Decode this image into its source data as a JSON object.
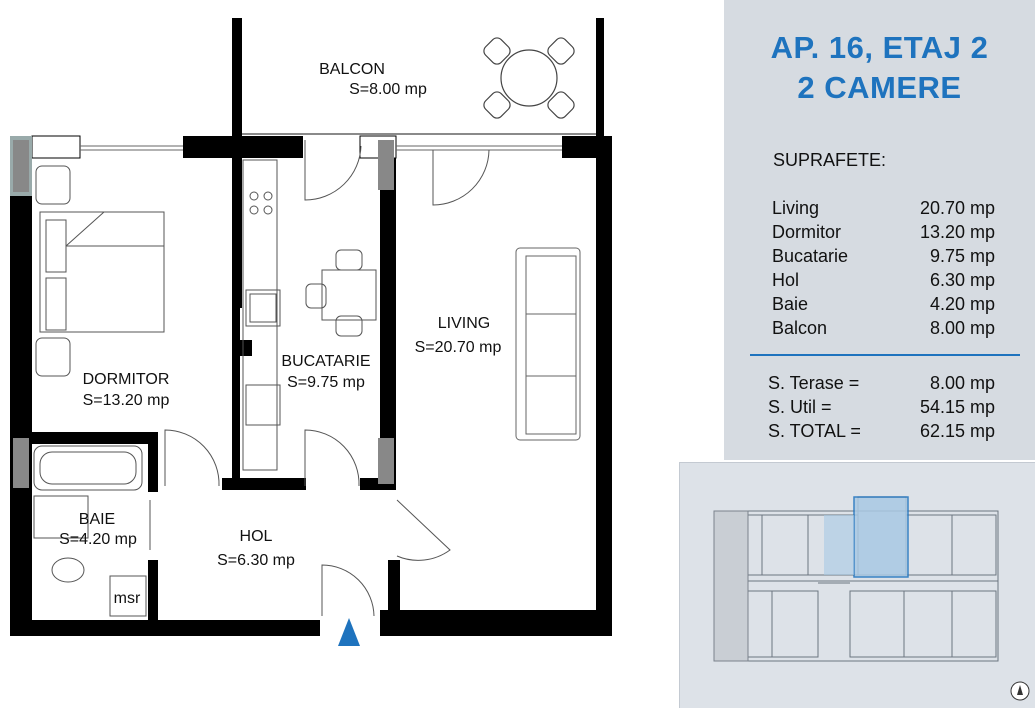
{
  "title": {
    "line1": "AP. 16, ETAJ 2",
    "line2": "2 CAMERE"
  },
  "rooms": {
    "balcon": {
      "name": "BALCON",
      "area": "S=8.00 mp"
    },
    "living": {
      "name": "LIVING",
      "area": "S=20.70 mp"
    },
    "bucatarie": {
      "name": "BUCATARIE",
      "area": "S=9.75 mp"
    },
    "dormitor": {
      "name": "DORMITOR",
      "area": "S=13.20 mp"
    },
    "baie": {
      "name": "BAIE",
      "area": "S=4.20 mp"
    },
    "hol": {
      "name": "HOL",
      "area": "S=6.30 mp"
    },
    "msr": {
      "name": "msr"
    }
  },
  "surfaces": {
    "heading": "SUPRAFETE:",
    "items": [
      {
        "name": "Living",
        "value": "20.70 mp"
      },
      {
        "name": "Dormitor",
        "value": "13.20 mp"
      },
      {
        "name": "Bucatarie",
        "value": "9.75 mp"
      },
      {
        "name": "Hol",
        "value": "6.30 mp"
      },
      {
        "name": "Baie",
        "value": "4.20 mp"
      },
      {
        "name": "Balcon",
        "value": "8.00 mp"
      }
    ],
    "totals": [
      {
        "name": "S. Terase =",
        "value": "8.00 mp"
      },
      {
        "name": "S. Util =",
        "value": "54.15 mp"
      },
      {
        "name": "S. TOTAL =",
        "value": "62.15 mp"
      }
    ]
  },
  "colors": {
    "accent": "#1e73be",
    "wall": "#000000",
    "panel": "#d6dbe1",
    "highlight": "#a9c9e4"
  },
  "icons": {
    "entrance": "entrance-arrow-icon",
    "compass": "north-compass-icon"
  }
}
